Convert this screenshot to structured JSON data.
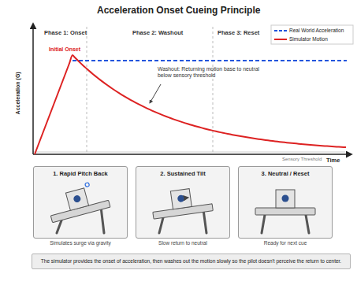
{
  "diagram": {
    "title": "Acceleration Onset Cueing Principle",
    "caption": "The simulator provides the onset of acceleration, then washes out the motion slowly so the pilot doesn't perceive the return to center.",
    "nodes": [
      {
        "text": [
          "1. Rapid Pitch Back",
          "Simulates surge via gravity"
        ]
      },
      {
        "text": [
          "2. Sustained Tilt",
          "Slow return to neutral"
        ]
      },
      {
        "text": [
          "3. Neutral / Reset",
          "Ready for next cue"
        ]
      }
    ],
    "labels": [
      "Phase 1: Onset",
      "Phase 2: Washout",
      "Phase 3: Reset",
      "Acceleration (G)",
      "Initial Onset",
      "Washout: Returning motion base to neutral below sensory threshold",
      "Sensory Threshold",
      "Time"
    ],
    "legend": [
      {
        "text": "Real World Acceleration"
      },
      {
        "text": "Simulator Motion"
      }
    ]
  }
}
